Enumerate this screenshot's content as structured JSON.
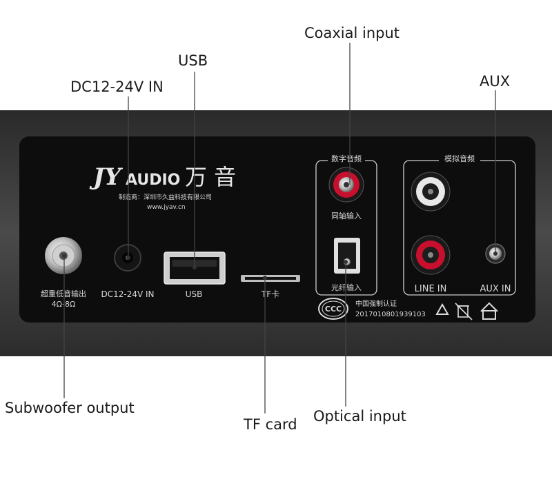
{
  "callouts": {
    "coaxial": "Coaxial input",
    "usb": "USB",
    "dc": "DC12-24V IN",
    "aux": "AUX",
    "subwoofer": "Subwoofer output",
    "tf": "TF card",
    "optical": "Optical input"
  },
  "panel": {
    "brand_jy": "JY",
    "brand_audio": "AUDIO",
    "brand_cn": "万 音",
    "maker": "制造商：深圳市久益科技有限公司",
    "website": "www.jyav.cn",
    "digital_audio": "数字音频",
    "analog_audio": "模拟音频",
    "coaxial_cn": "同轴输入",
    "optical_cn": "光纤输入",
    "sub_cn": "超重低音输出",
    "sub_ohm": "4Ω-8Ω",
    "dc_label": "DC12-24V IN",
    "usb_label": "USB",
    "tf_label": "TF卡",
    "line_in": "LINE IN",
    "aux_in": "AUX IN",
    "ccc": "CCC",
    "ccc_cn": "中国强制认证",
    "ccc_no": "2017010801939103"
  },
  "colors": {
    "panel": "#0d0d0d",
    "body": "#3a3a3a",
    "rca_red": "#c8102e",
    "rca_white": "#e8e8e8"
  }
}
